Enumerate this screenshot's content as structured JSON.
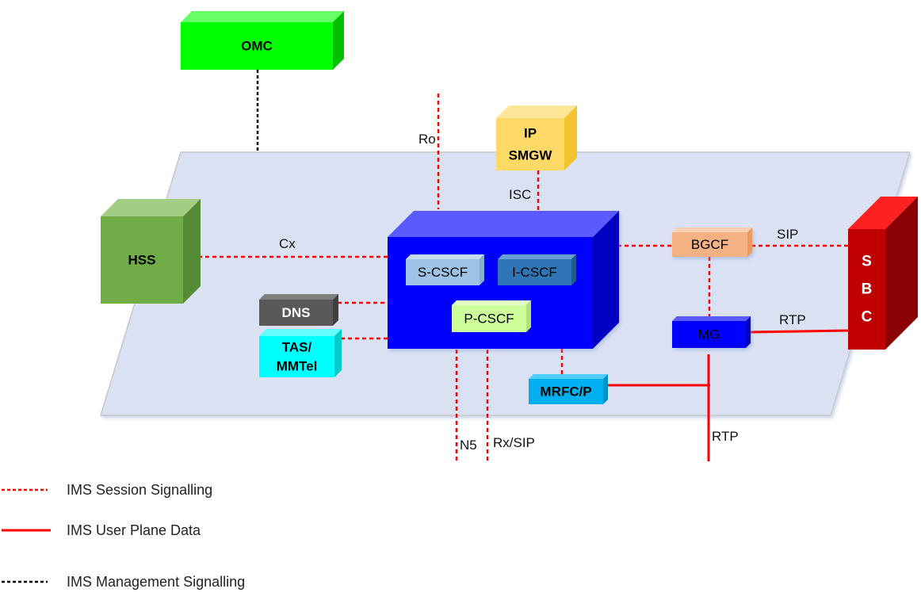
{
  "diagram": {
    "title": "IMS network architecture",
    "nodes": {
      "omc": {
        "label": "OMC",
        "front": "#00ff00",
        "top": "#66ff66",
        "side": "#00c000",
        "text": "#000000"
      },
      "ipsmgw": {
        "line1": "IP",
        "line2": "SMGW",
        "front": "#ffd966",
        "top": "#ffe699",
        "side": "#f4c430",
        "text": "#000000"
      },
      "hss": {
        "label": "HSS",
        "front": "#70ad47",
        "top": "#a3cc85",
        "side": "#548c35",
        "text": "#000000"
      },
      "core": {
        "label": "",
        "front": "#0000ff",
        "top": "#5a5aff",
        "side": "#0000c0",
        "text": "#000000"
      },
      "scscf": {
        "label": "S-CSCF",
        "front": "#9dc3e6",
        "top": "#c5dbf0",
        "side": "#7faed8",
        "text": "#000000"
      },
      "icscf": {
        "label": "I-CSCF",
        "front": "#2e75b6",
        "top": "#6a9fd4",
        "side": "#235a8c",
        "text": "#000000"
      },
      "pcscf": {
        "label": "P-CSCF",
        "front": "#ccff99",
        "top": "#e2ffc4",
        "side": "#b2e07d",
        "text": "#000000"
      },
      "dns": {
        "label": "DNS",
        "front": "#595959",
        "top": "#7f7f7f",
        "side": "#404040",
        "text": "#ffffff"
      },
      "tas": {
        "line1": "TAS/",
        "line2": "MMTel",
        "front": "#00ffff",
        "top": "#66ffff",
        "side": "#00cccc",
        "text": "#000000"
      },
      "mrfc": {
        "label": "MRFC/P",
        "front": "#00b0f0",
        "top": "#4fcdff",
        "side": "#0090c8",
        "text": "#000000"
      },
      "bgcf": {
        "label": "BGCF",
        "front": "#f4b183",
        "top": "#f8cfb0",
        "side": "#ee9a5c",
        "text": "#000000"
      },
      "mg": {
        "label": "MG",
        "front": "#0000ff",
        "top": "#5a5aff",
        "side": "#0000b0",
        "text": "#000000"
      },
      "sbc": {
        "l1": "S",
        "l2": "B",
        "l3": "C",
        "front": "#c00000",
        "top": "#ff2020",
        "side": "#8b0000",
        "text": "#ffffff"
      }
    },
    "plane_color": "#dae1f3",
    "signal_color": "#ff0000",
    "mgmt_color": "#000000",
    "interfaces": {
      "ro": "Ro",
      "isc": "ISC",
      "cx": "Cx",
      "sip": "SIP",
      "rtp_sbc": "RTP",
      "rtp_out": "RTP",
      "n5": "N5",
      "rx_sip": "Rx/SIP"
    }
  },
  "legend": [
    {
      "style": "dashed-red",
      "label": "IMS Session Signalling"
    },
    {
      "style": "solid-red",
      "label": "IMS User Plane Data"
    },
    {
      "style": "dashed-black",
      "label": "IMS Management Signalling"
    }
  ]
}
